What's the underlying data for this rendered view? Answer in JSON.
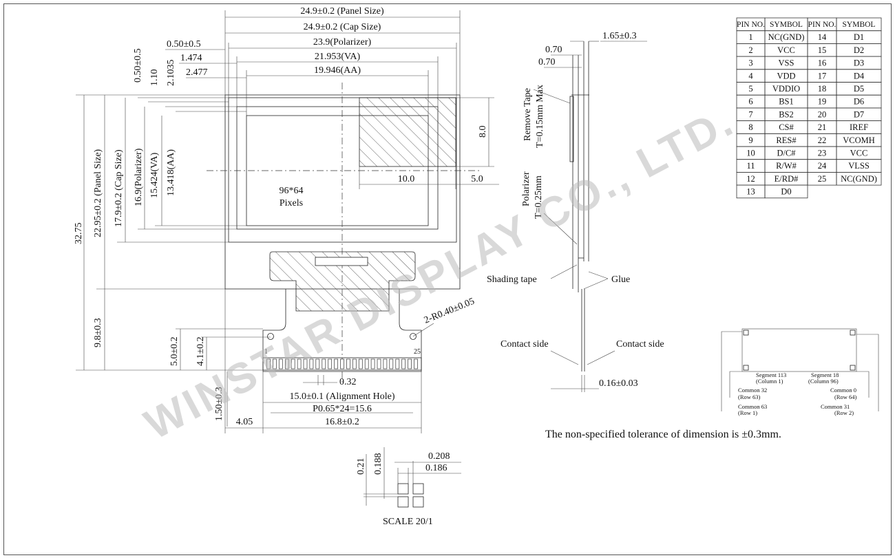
{
  "watermark": "WINSTAR DISPLAY CO., LTD.",
  "front_view": {
    "horizontal_dims": {
      "panel_size": "24.9±0.2 (Panel Size)",
      "cap_size": "24.9±0.2 (Cap Size)",
      "polarizer": "23.9(Polarizer)",
      "va": "21.953(VA)",
      "aa": "19.946(AA)",
      "offset_050": "0.50±0.5",
      "offset_1474": "1.474",
      "offset_2477": "2.477"
    },
    "vertical_small_dims": {
      "d1": "0.50±0.5",
      "d2": "1.10",
      "d3": "2.1035"
    },
    "vertical_dims": {
      "total": "32.75",
      "panel_size": "22.95±0.2 (Panel Size)",
      "cap_size": "17.9±0.2 (Cap Size)",
      "polarizer": "16.9(Polarizer)",
      "va": "15.424(VA)",
      "aa": "13.418(AA)",
      "tail": "9.8±0.3",
      "fpc_50": "5.0±0.2",
      "fpc_41": "4.1±0.2",
      "fpc_150": "1.50±0.3"
    },
    "detail_dims": {
      "height": "8.0",
      "width": "10.0",
      "edge": "5.0"
    },
    "pixels_label_line1": "96*64",
    "pixels_label_line2": "Pixels",
    "fpc": {
      "radius": "2-R0.40±0.05",
      "pin_first": "1",
      "pin_last": "25",
      "pin_width": "0.32",
      "alignment_hole": "15.0±0.1 (Alignment Hole)",
      "pitch": "P0.65*24=15.6",
      "fpc_width": "16.8±0.2",
      "left_offset": "4.05"
    }
  },
  "side_view": {
    "thickness": "1.65±0.3",
    "d1": "0.70",
    "d2": "0.70",
    "remove_tape_line1": "Remove Tape",
    "remove_tape_line2": "T=0.15mm Max",
    "polarizer_line1": "Polarizer",
    "polarizer_line2": "T=0.25mm",
    "shading_tape": "Shading tape",
    "glue": "Glue",
    "contact_left": "Contact side",
    "contact_right": "Contact side",
    "fpc_thickness": "0.16±0.03"
  },
  "pixel_detail": {
    "d1": "0.21",
    "d2": "0.188",
    "d3": "0.208",
    "d4": "0.186",
    "scale": "SCALE 20/1"
  },
  "pin_table": {
    "headers": [
      "PIN NO.",
      "SYMBOL",
      "PIN NO.",
      "SYMBOL"
    ],
    "rows": [
      [
        "1",
        "NC(GND)",
        "14",
        "D1"
      ],
      [
        "2",
        "VCC",
        "15",
        "D2"
      ],
      [
        "3",
        "VSS",
        "16",
        "D3"
      ],
      [
        "4",
        "VDD",
        "17",
        "D4"
      ],
      [
        "5",
        "VDDIO",
        "18",
        "D5"
      ],
      [
        "6",
        "BS1",
        "19",
        "D6"
      ],
      [
        "7",
        "BS2",
        "20",
        "D7"
      ],
      [
        "8",
        "CS#",
        "21",
        "IREF"
      ],
      [
        "9",
        "RES#",
        "22",
        "VCOMH"
      ],
      [
        "10",
        "D/C#",
        "23",
        "VCC"
      ],
      [
        "11",
        "R/W#",
        "24",
        "VLSS"
      ],
      [
        "12",
        "E/RD#",
        "25",
        "NC(GND)"
      ],
      [
        "13",
        "D0",
        "",
        ""
      ]
    ]
  },
  "segment_diagram": {
    "seg113": "Segment 113",
    "col1": "(Column 1)",
    "seg18": "Segment 18",
    "col96": "(Column 96)",
    "com32": "Common 32",
    "row63": "(Row 63)",
    "com0": "Common 0",
    "row64": "(Row 64)",
    "com63": "Common 63",
    "row1": "(Row 1)",
    "com31": "Common 31",
    "row2": "(Row 2)"
  },
  "tolerance_note": "The non-specified tolerance of dimension is  ±0.3mm."
}
